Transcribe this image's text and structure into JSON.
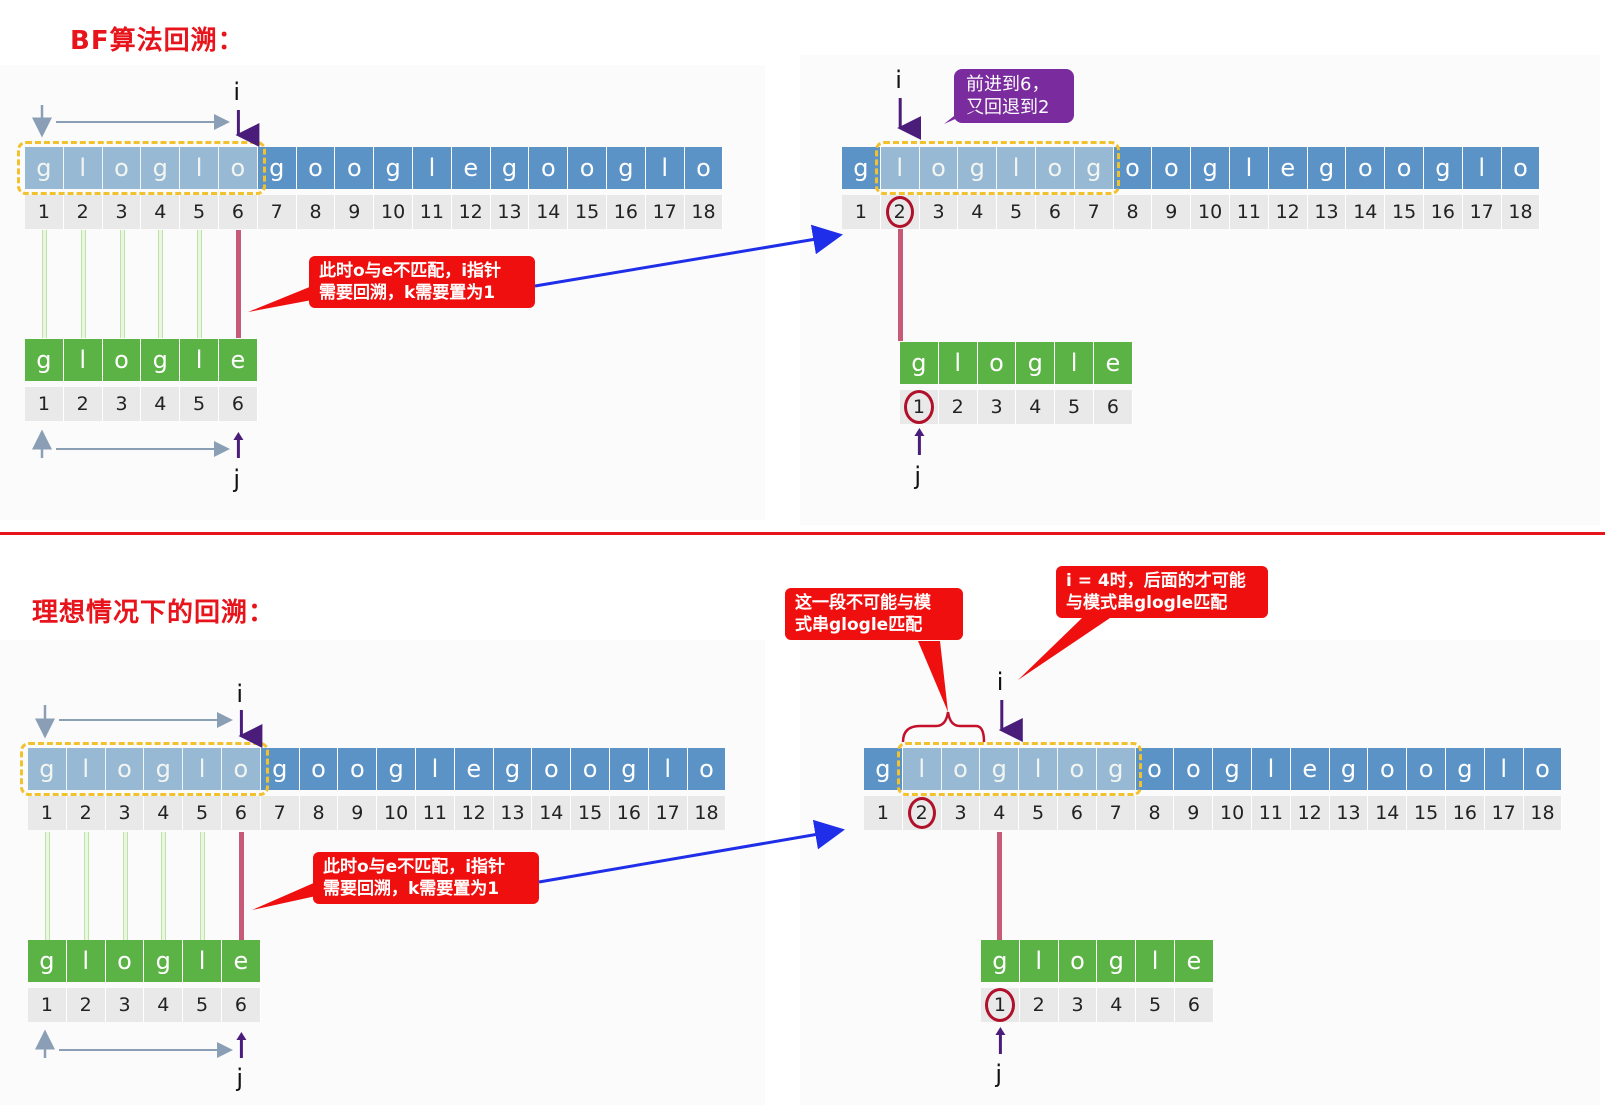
{
  "titles": {
    "top": "BF算法回溯：",
    "bottom": "理想情况下的回溯："
  },
  "main_string": [
    "g",
    "l",
    "o",
    "g",
    "l",
    "o",
    "g",
    "o",
    "o",
    "g",
    "l",
    "e",
    "g",
    "o",
    "o",
    "g",
    "l",
    "o"
  ],
  "main_indices": [
    "1",
    "2",
    "3",
    "4",
    "5",
    "6",
    "7",
    "8",
    "9",
    "10",
    "11",
    "12",
    "13",
    "14",
    "15",
    "16",
    "17",
    "18"
  ],
  "pattern": [
    "g",
    "l",
    "o",
    "g",
    "l",
    "e"
  ],
  "pattern_indices": [
    "1",
    "2",
    "3",
    "4",
    "5",
    "6"
  ],
  "pointers": {
    "i": "i",
    "j": "j"
  },
  "callouts": {
    "mismatch_line1": "此时o与e不匹配，i指针",
    "mismatch_line2": "需要回溯，k需要置为1",
    "advance_line1": "前进到6，",
    "advance_line2": "又回退到2",
    "impossible_line1": "这一段不可能与模",
    "impossible_line2": "式串glogle匹配",
    "i4_line1": "i = 4时，后面的才可能",
    "i4_line2": "与模式串glogle匹配"
  },
  "colors": {
    "title_red": "#e8141c",
    "main_cell": "#5b93c6",
    "pattern_cell": "#5bb245",
    "index_cell": "#e9e9e9",
    "callout_red": "#ef0f0f",
    "callout_purple": "#7a2b9e",
    "arrow_blue": "#1f2ee8",
    "pointer_purple": "#4b1d7a",
    "match_dash": "#f2c12e",
    "separator": "#e8141c",
    "mismatch_line": "#c75a77"
  }
}
